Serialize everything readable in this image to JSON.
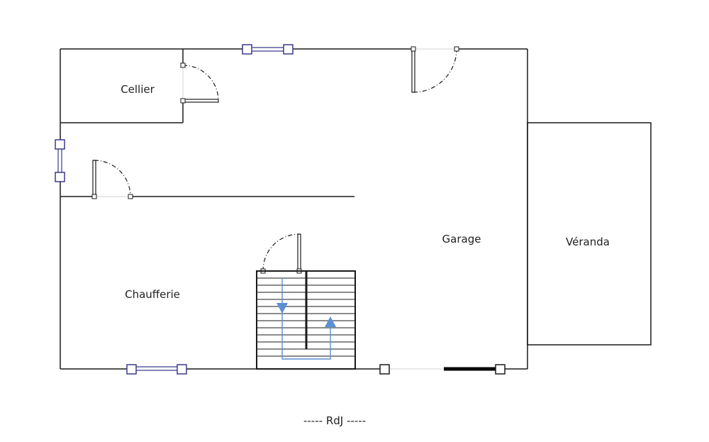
{
  "plan": {
    "rooms": {
      "cellier": "Cellier",
      "garage": "Garage",
      "veranda": "Véranda",
      "chaufferie": "Chaufferie"
    },
    "level_caption": "----- RdJ -----",
    "colors": {
      "wall": "#1a1a1a",
      "window": "#3a3a8c",
      "stair_arrow": "#5b8fd6",
      "opening": "#d0d0d0"
    }
  }
}
